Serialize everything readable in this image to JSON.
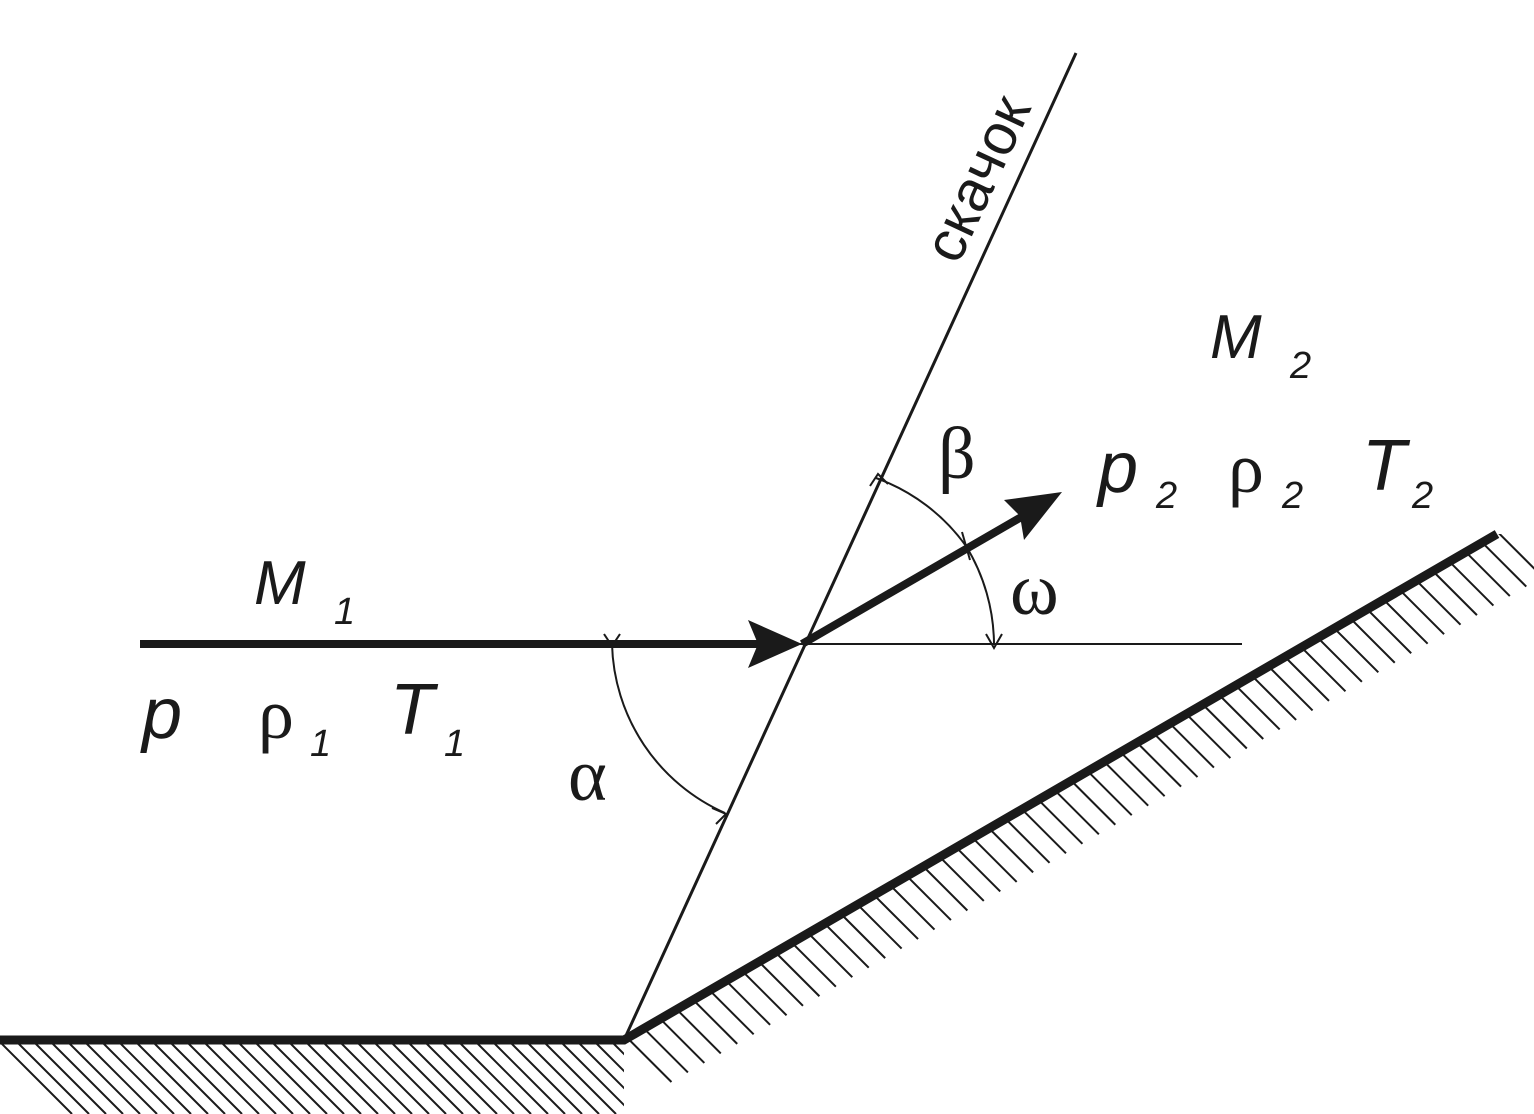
{
  "labels": {
    "shock": "скачок",
    "upstream": {
      "mach": "M",
      "mach_sub": "1",
      "pressure": "p",
      "density": "ρ",
      "density_sub": "1",
      "temperature": "T",
      "temperature_sub": "1"
    },
    "downstream": {
      "mach": "M",
      "mach_sub": "2",
      "pressure": "p",
      "pressure_sub": "2",
      "density": "ρ",
      "density_sub": "2",
      "temperature": "T",
      "temperature_sub": "2"
    },
    "angles": {
      "alpha": "α",
      "beta": "β",
      "omega": "ω"
    }
  },
  "colors": {
    "ink": "#1a1a1a",
    "background": "#ffffff"
  }
}
